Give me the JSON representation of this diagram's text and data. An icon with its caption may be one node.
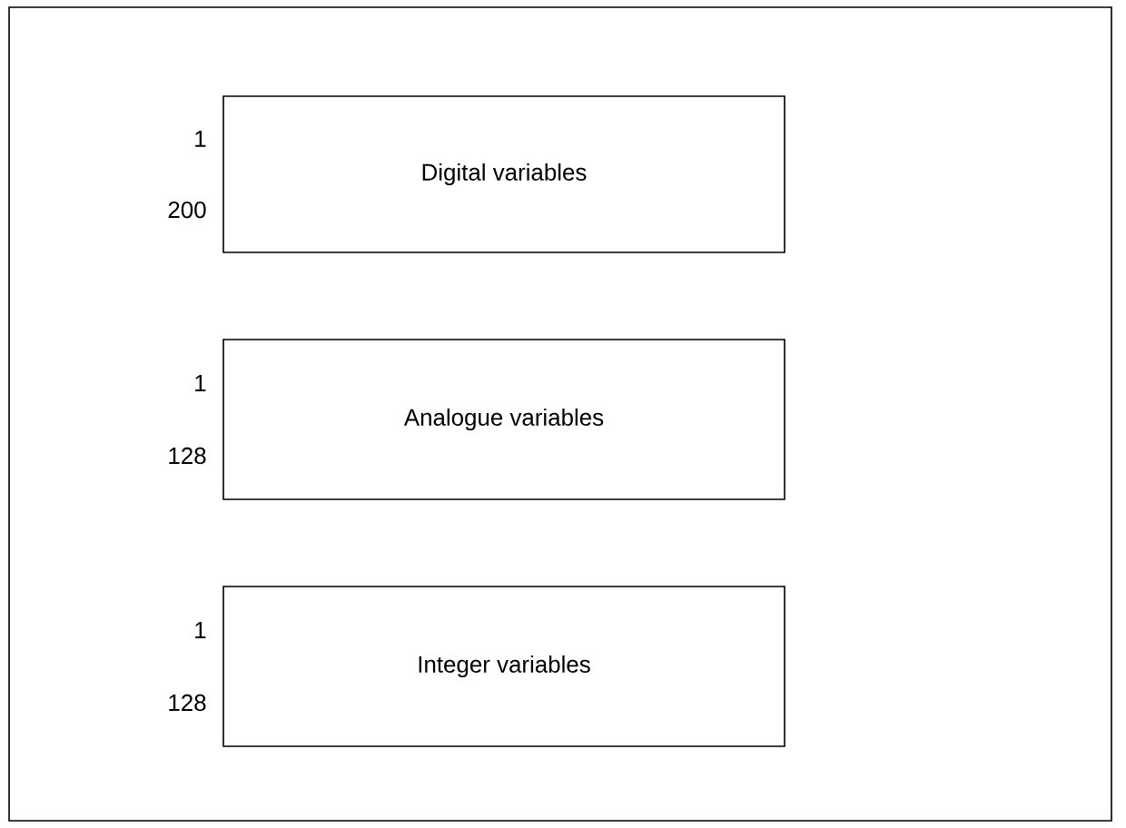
{
  "diagram": {
    "nodes": [
      {
        "text": [
          "Digital variables"
        ],
        "beside": [
          "1",
          "200"
        ]
      },
      {
        "text": [
          "Analogue variables"
        ],
        "beside": [
          "1",
          "128"
        ]
      },
      {
        "text": [
          "Integer variables"
        ],
        "beside": [
          "1",
          "128"
        ]
      }
    ]
  }
}
